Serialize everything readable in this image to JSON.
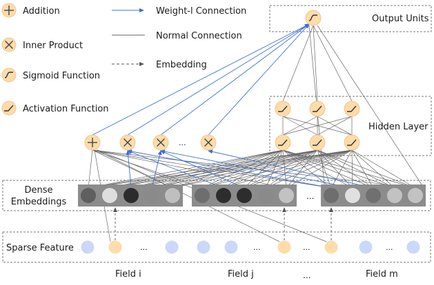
{
  "legend": {
    "addition": "Addition",
    "inner_product": "Inner Product",
    "sigmoid": "Sigmoid Function",
    "activation": "Activation Function",
    "weight_conn": "Weight-l Connection",
    "normal_conn": "Normal Connection",
    "embedding": "Embedding"
  },
  "labels": {
    "output_units": "Output Units",
    "hidden_layer": "Hidden Layer",
    "dense_line1": "Dense",
    "dense_line2": "Embeddings",
    "sparse_feature": "Sparse Feature",
    "ellipsis": "...",
    "field_i": "Field i",
    "field_j": "Field j",
    "field_m": "Field m"
  },
  "colors": {
    "node_fill": "#fddcaa",
    "node_stroke": "#f2c68a",
    "sparse_blue": "#c9d8fb",
    "weight_line": "#3b6fd8",
    "normal_line": "#666666",
    "dense_panel": "#8c8c8c"
  },
  "dense_embeddings": {
    "group1_shades": [
      "#5f5f5f",
      "#dedede",
      "#2c2c2c",
      "#8a8a8a",
      "#bfbfbf"
    ],
    "group2_shades": [
      "#6e6e6e",
      "#2d2d2d",
      "#2d2d2d",
      "#8a8a8a",
      "#c2c2c2"
    ],
    "group3_shades": [
      "#6e6e6e",
      "#e0e0e0",
      "#707070",
      "#c2c2c2",
      "#c2c2c2"
    ]
  }
}
